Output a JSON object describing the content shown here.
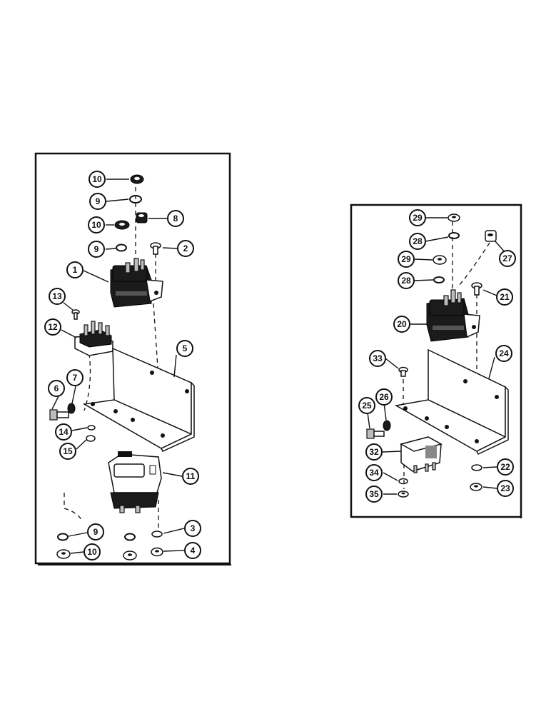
{
  "diagram": {
    "left_panel": {
      "callouts": [
        {
          "id": "L10a",
          "number": "10"
        },
        {
          "id": "L9a",
          "number": "9"
        },
        {
          "id": "L8",
          "number": "8"
        },
        {
          "id": "L10b",
          "number": "10"
        },
        {
          "id": "L9b",
          "number": "9"
        },
        {
          "id": "L2",
          "number": "2"
        },
        {
          "id": "L1",
          "number": "1"
        },
        {
          "id": "L13",
          "number": "13"
        },
        {
          "id": "L12",
          "number": "12"
        },
        {
          "id": "L5",
          "number": "5"
        },
        {
          "id": "L6",
          "number": "6"
        },
        {
          "id": "L7",
          "number": "7"
        },
        {
          "id": "L14",
          "number": "14"
        },
        {
          "id": "L15",
          "number": "15"
        },
        {
          "id": "L11",
          "number": "11"
        },
        {
          "id": "L9c",
          "number": "9"
        },
        {
          "id": "L3",
          "number": "3"
        },
        {
          "id": "L10c",
          "number": "10"
        },
        {
          "id": "L4",
          "number": "4"
        }
      ]
    },
    "right_panel": {
      "callouts": [
        {
          "id": "R29a",
          "number": "29"
        },
        {
          "id": "R28a",
          "number": "28"
        },
        {
          "id": "R27",
          "number": "27"
        },
        {
          "id": "R29b",
          "number": "29"
        },
        {
          "id": "R28b",
          "number": "28"
        },
        {
          "id": "R21",
          "number": "21"
        },
        {
          "id": "R20",
          "number": "20"
        },
        {
          "id": "R33",
          "number": "33"
        },
        {
          "id": "R24",
          "number": "24"
        },
        {
          "id": "R25",
          "number": "25"
        },
        {
          "id": "R26",
          "number": "26"
        },
        {
          "id": "R32",
          "number": "32"
        },
        {
          "id": "R22",
          "number": "22"
        },
        {
          "id": "R34",
          "number": "34"
        },
        {
          "id": "R23",
          "number": "23"
        },
        {
          "id": "R35",
          "number": "35"
        }
      ]
    }
  }
}
